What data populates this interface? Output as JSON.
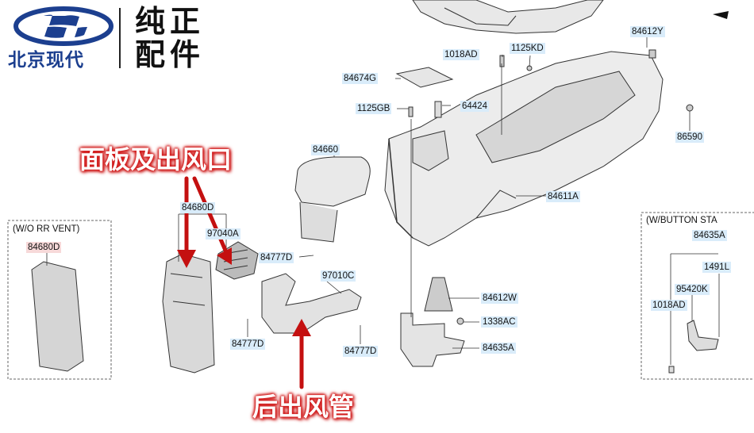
{
  "header": {
    "brand_name": "北京现代",
    "genuine_line1": "纯正",
    "genuine_line2": "配件"
  },
  "callouts": {
    "panel_and_vent": "面板及出风口",
    "rear_duct": "后出风管"
  },
  "boxes": {
    "left_title": "(W/O RR VENT)",
    "right_title": "(W/BUTTON STA"
  },
  "parts": {
    "p84612Y": "84612Y",
    "p1018AD_top": "1018AD",
    "p1125KD": "1125KD",
    "p84674G": "84674G",
    "p1125GB": "1125GB",
    "p64424": "64424",
    "p86590": "86590",
    "p84660": "84660",
    "p84611A": "84611A",
    "p84680D_left": "84680D",
    "p84680D_mid": "84680D",
    "p97040A": "97040A",
    "p84777D_a": "84777D",
    "p97010C": "97010C",
    "p84612W": "84612W",
    "p1338AC": "1338AC",
    "p84635A_mid": "84635A",
    "p84777D_b": "84777D",
    "p84777D_c": "84777D",
    "p84635A_right": "84635A",
    "p1491L": "1491L",
    "p95420K": "95420K",
    "p1018AD_right": "1018AD"
  }
}
